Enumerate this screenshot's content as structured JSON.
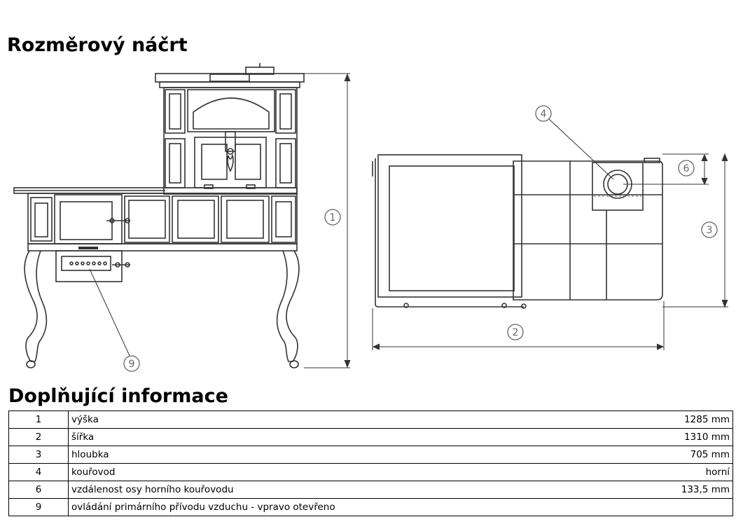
{
  "headings": {
    "sketch": "Rozměrový náčrt",
    "info": "Doplňující informace"
  },
  "callouts": {
    "c1": "1",
    "c2": "2",
    "c3": "3",
    "c4": "4",
    "c6": "6",
    "c9": "9"
  },
  "table": {
    "rows": [
      {
        "num": "1",
        "label": "výška",
        "value": "1285 mm"
      },
      {
        "num": "2",
        "label": "šířka",
        "value": "1310 mm"
      },
      {
        "num": "3",
        "label": "hloubka",
        "value": "705 mm"
      },
      {
        "num": "4",
        "label": "kouřovod",
        "value": "horní"
      },
      {
        "num": "6",
        "label": "vzdálenost osy horního kouřovodu",
        "value": "133,5 mm"
      },
      {
        "num": "9",
        "label": "ovládání primárního přívodu vzduchu - vpravo otevřeno",
        "value": ""
      }
    ]
  }
}
